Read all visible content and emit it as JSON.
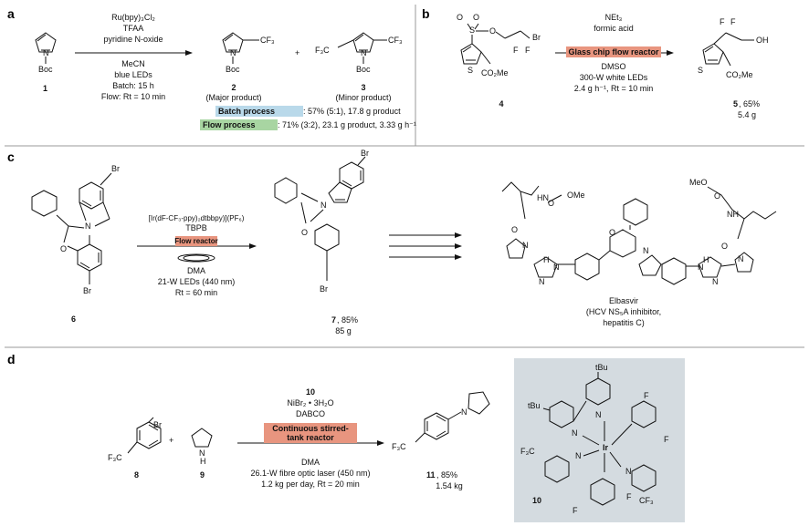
{
  "panels": {
    "a": "a",
    "b": "b",
    "c": "c",
    "d": "d"
  },
  "panel_a": {
    "reagents": [
      "Ru(bpy)₃Cl₂",
      "TFAA",
      "pyridine N-oxide"
    ],
    "conditions": [
      "MeCN",
      "blue LEDs",
      "Batch: 15 h",
      "Flow: Rt = 10 min"
    ],
    "start_label": "Boc",
    "start_num": "1",
    "prod2_group": "CF₃",
    "prod2_label": "Boc",
    "prod2_num": "2",
    "prod2_desc": "(Major product)",
    "plus": "+",
    "prod3_left": "F₃C",
    "prod3_right": "CF₃",
    "prod3_label": "Boc",
    "prod3_num": "3",
    "prod3_desc": "(Minor product)",
    "batch_tag": "Batch process",
    "batch_result": ": 57% (5:1), 17.8 g product",
    "flow_tag": "Flow process",
    "flow_result": ": 71% (3:2), 23.1 g product, 3.33 g h⁻¹",
    "colors": {
      "batch": "#b9d9ea",
      "flow": "#a8d5a2"
    }
  },
  "panel_b": {
    "sm_labels": [
      "O",
      "O",
      "S",
      "O",
      "Br",
      "F",
      "F",
      "S",
      "CO₂Me"
    ],
    "sm_num": "4",
    "reagents": [
      "NEt₃",
      "formic acid"
    ],
    "reactor": "Glass chip flow reactor",
    "conditions": [
      "DMSO",
      "300-W white LEDs",
      "2.4 g h⁻¹, Rt = 10 min"
    ],
    "prod_labels": [
      "F",
      "F",
      "OH",
      "S",
      "CO₂Me"
    ],
    "prod_num": "5",
    "yield": ", 65%",
    "mass": "5.4 g",
    "colors": {
      "reactor": "#e8957f"
    }
  },
  "panel_c": {
    "sm_labels": [
      "Br",
      "N",
      "O",
      "Br"
    ],
    "sm_num": "6",
    "reagents": [
      "[Ir(dF-CF₃-ppy)₂dtbbpy)](PF₆)",
      "TBPB"
    ],
    "reactor": "Flow reactor",
    "conditions": [
      "DMA",
      "21-W LEDs (440 nm)",
      "Rt = 60 min"
    ],
    "prod_labels": [
      "Br",
      "N",
      "O",
      "Br"
    ],
    "prod_num": "7",
    "yield": ", 85%",
    "mass": "85 g",
    "target_labels": [
      "OMe",
      "O",
      "HN",
      "O",
      "N",
      "H",
      "N",
      "N",
      "O",
      "N",
      "MeO",
      "O",
      "NH",
      "O",
      "N",
      "H",
      "N",
      "N"
    ],
    "target_name": "Elbasvir",
    "target_desc": [
      "(HCV NS₅A inhibitor,",
      "hepatitis C)"
    ],
    "colors": {
      "reactor": "#e8957f"
    }
  },
  "panel_d": {
    "sm8_labels": [
      "Br",
      "F₃C"
    ],
    "sm8_num": "8",
    "plus": "+",
    "sm9_labels": [
      "N",
      "H"
    ],
    "sm9_num": "9",
    "reagents": [
      "10",
      "NiBr₂ • 3H₂O",
      "DABCO"
    ],
    "reactor": [
      "Continuous stirred-",
      "tank reactor"
    ],
    "conditions": [
      "DMA",
      "26.1-W fibre optic laser (450 nm)",
      "1.2 kg per day, Rt = 20 min"
    ],
    "prod_labels": [
      "N",
      "F₃C"
    ],
    "prod_num": "11",
    "yield": ", 85%",
    "mass": "1.54 kg",
    "cat_labels": [
      "tBu",
      "tBu",
      "N",
      "N",
      "F",
      "F",
      "F₃C",
      "N",
      "Ir",
      "N",
      "F",
      "F",
      "CF₃"
    ],
    "cat_num": "10",
    "colors": {
      "reactor": "#e8957f",
      "box": "#d4dbe0"
    }
  }
}
